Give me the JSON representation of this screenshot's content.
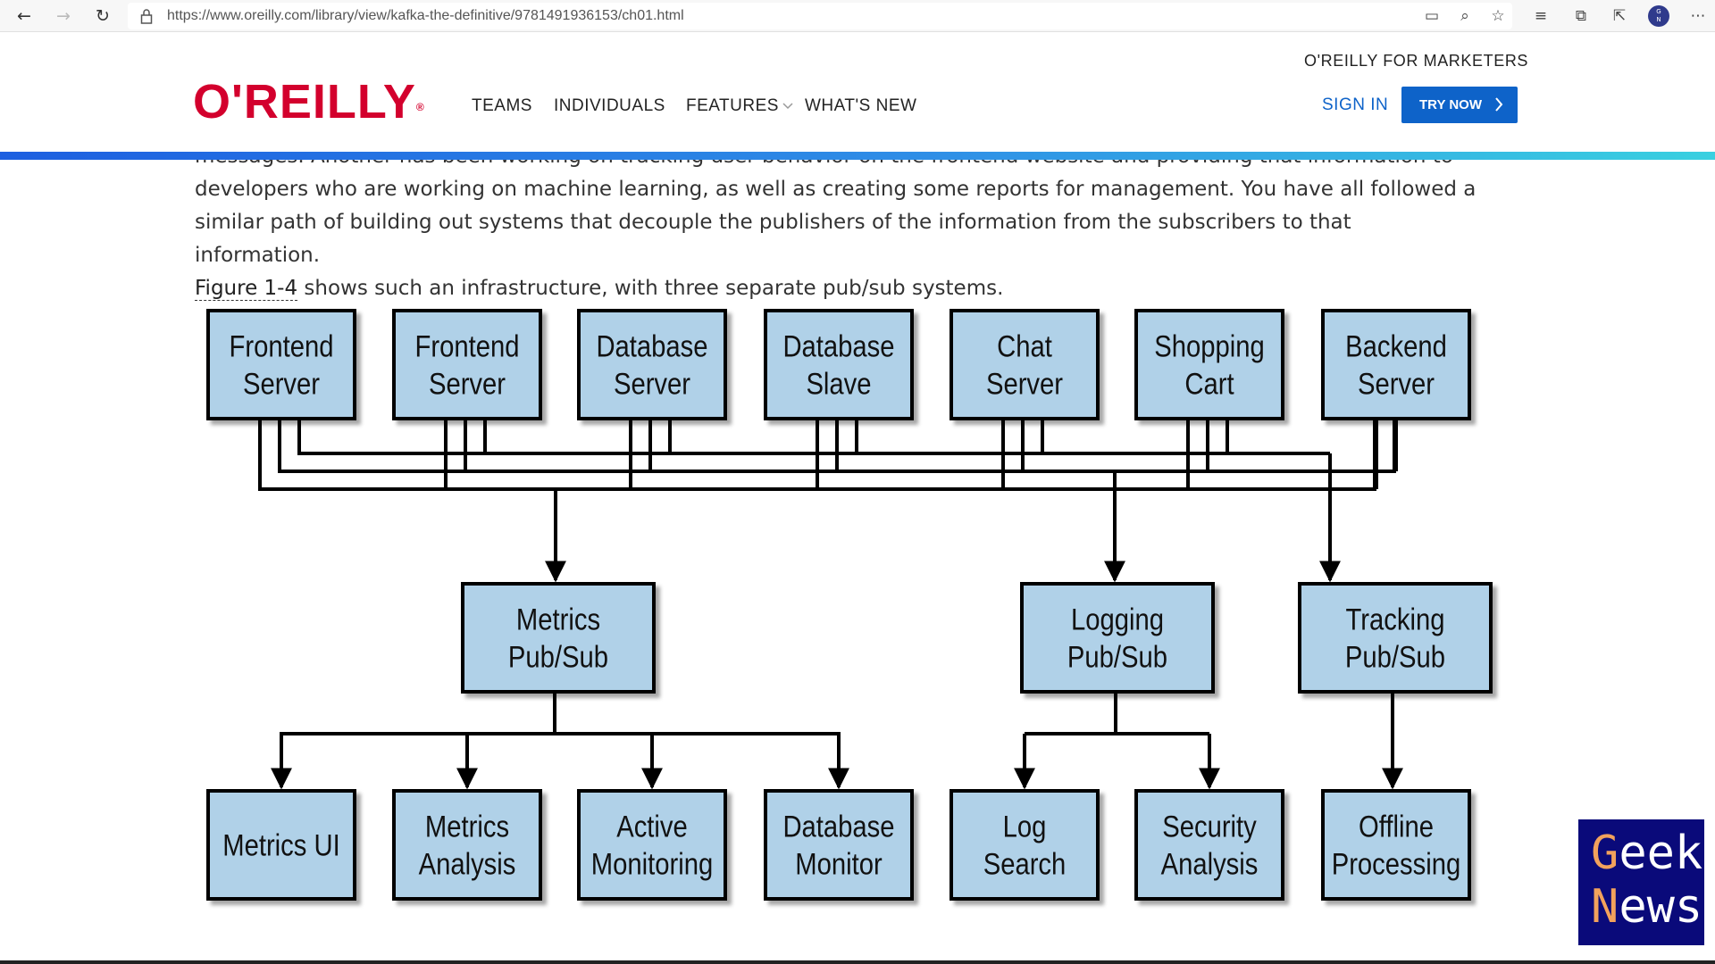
{
  "browser": {
    "url": "https://www.oreilly.com/library/view/kafka-the-definitive/9781491936153/ch01.html"
  },
  "header": {
    "logo": "O'REILLY",
    "marketers_link": "O'REILLY FOR MARKETERS",
    "nav": [
      "TEAMS",
      "INDIVIDUALS",
      "FEATURES",
      "WHAT'S NEW"
    ],
    "sign_in": "SIGN IN",
    "try_now": "TRY NOW"
  },
  "article": {
    "line0": "messages. Another has been working on tracking user behavior on the frontend website and providing that information to",
    "line1": "developers who are working on machine learning, as well as creating some reports for management. You have all followed a",
    "line2": "similar path of building out systems that decouple the publishers of the information from the subscribers to that information.",
    "figure_link": "Figure 1-4",
    "line3_rest": " shows such an infrastructure, with three separate pub/sub systems."
  },
  "diagram": {
    "producers": [
      [
        "Frontend",
        "Server"
      ],
      [
        "Frontend",
        "Server"
      ],
      [
        "Database",
        "Server"
      ],
      [
        "Database",
        "Slave"
      ],
      [
        "Chat",
        "Server"
      ],
      [
        "Shopping",
        "Cart"
      ],
      [
        "Backend",
        "Server"
      ]
    ],
    "pubsubs": [
      [
        "Metrics",
        "Pub/Sub"
      ],
      [
        "Logging",
        "Pub/Sub"
      ],
      [
        "Tracking",
        "Pub/Sub"
      ]
    ],
    "consumers": [
      [
        "Metrics UI"
      ],
      [
        "Metrics",
        "Analysis"
      ],
      [
        "Active",
        "Monitoring"
      ],
      [
        "Database",
        "Monitor"
      ],
      [
        "Log",
        "Search"
      ],
      [
        "Security",
        "Analysis"
      ],
      [
        "Offline",
        "Processing"
      ]
    ],
    "box_fill": "#b0d1e8"
  },
  "watermark": {
    "line1_first": "G",
    "line1_rest": "eek",
    "line2_first": "N",
    "line2_rest": "ews"
  }
}
